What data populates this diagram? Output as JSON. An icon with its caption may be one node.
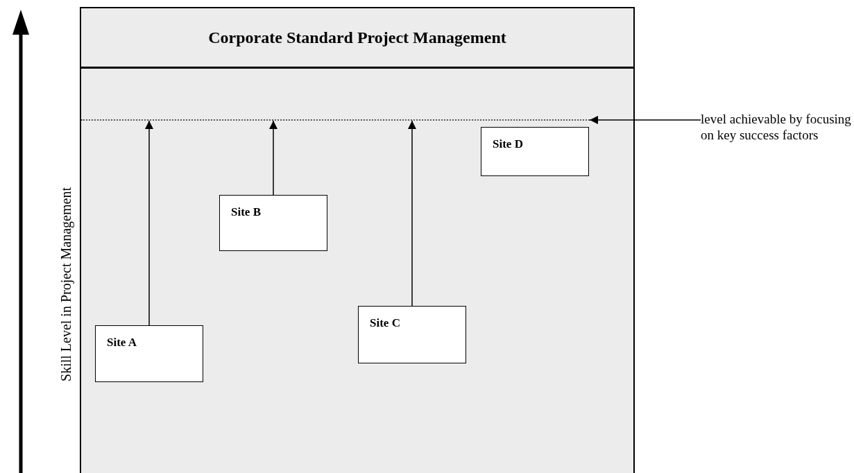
{
  "diagram": {
    "nodes": [
      {
        "text": [
          "Corporate Standard Project Management"
        ]
      },
      {
        "text": [
          "Site A"
        ],
        "in": 0
      },
      {
        "text": [
          "Site B"
        ],
        "in": 0
      },
      {
        "text": [
          "Site C"
        ],
        "in": 0
      },
      {
        "text": [
          "Site D"
        ],
        "in": 0
      },
      {
        "text": [],
        "shape": "line",
        "in": 0
      },
      {
        "text": [
          "level achievable by focusing on key success factors"
        ]
      }
    ],
    "edges": [
      {
        "from": 1,
        "to": 5,
        "arrow": "to"
      },
      {
        "from": 2,
        "to": 5,
        "arrow": "to"
      },
      {
        "from": 3,
        "to": 5,
        "arrow": "to"
      },
      {
        "from": 6,
        "to": 5,
        "arrow": "to"
      }
    ],
    "labels": [
      "Skill Level in Project Management"
    ]
  }
}
